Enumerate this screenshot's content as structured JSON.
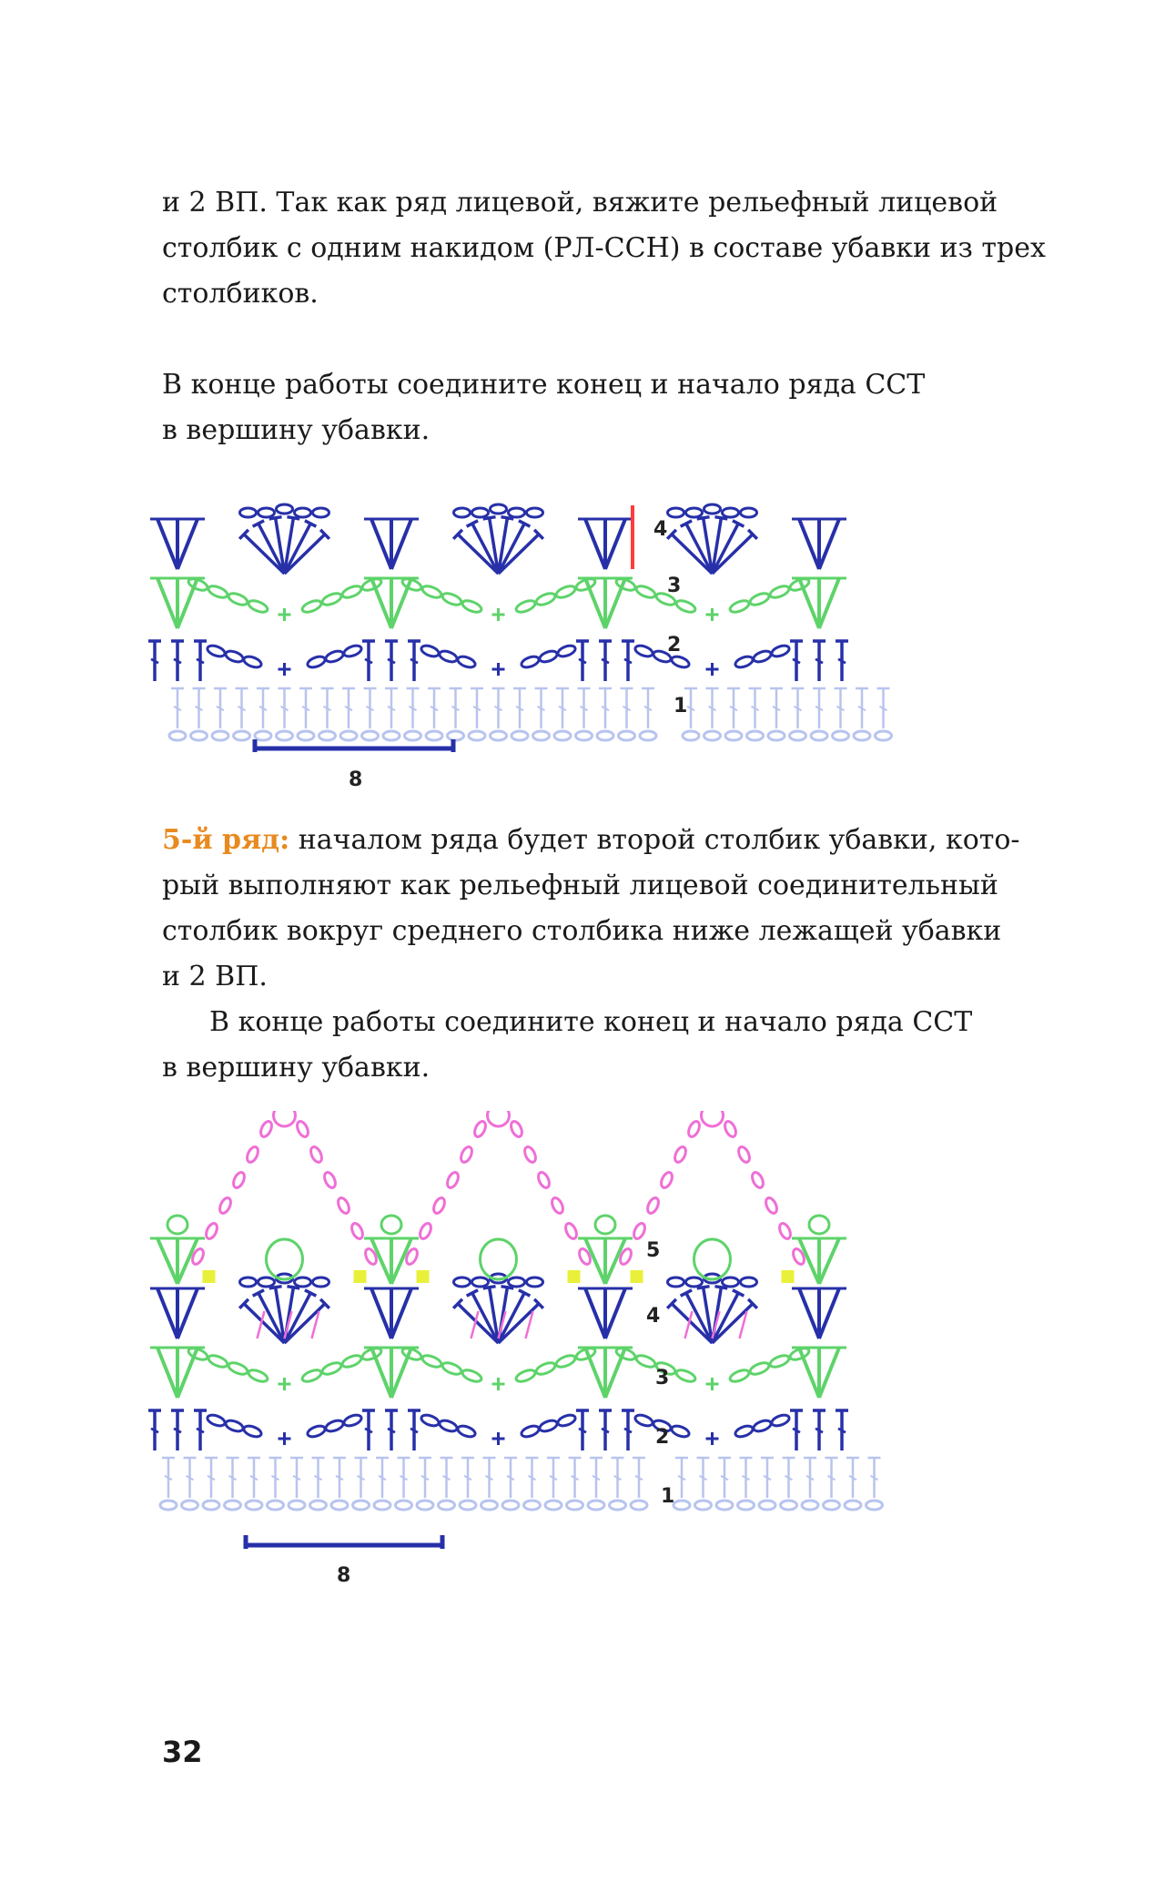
{
  "paragraphs": {
    "p1": {
      "lines": [
        "и 2 ВП. Так как ряд лицевой, вяжите рельефный лицевой",
        "столбик с одним накидом (РЛ-ССН) в составе убавки из трех",
        "столбиков."
      ]
    },
    "p2": {
      "lines": [
        "В конце работы соедините конец и начало ряда ССТ",
        "в вершину убавки."
      ]
    },
    "p3": {
      "label": "5-й ряд:",
      "lines": [
        " началом ряда будет второй столбик убавки, кото-",
        "рый выполняют как рельефный лицевой соединительный",
        "столбик вокруг среднего столбика ниже лежащей убавки",
        "и 2 ВП."
      ]
    },
    "p4": {
      "lines": [
        "В конце работы соедините конец и начало ряда ССТ",
        "в вершину убавки."
      ]
    }
  },
  "chart1": {
    "row_labels": [
      "4",
      "3",
      "2",
      "1"
    ],
    "repeat_label": "8"
  },
  "chart2": {
    "row_labels": [
      "5",
      "4",
      "3",
      "2",
      "1"
    ],
    "repeat_label": "8"
  },
  "colors": {
    "row1": "#b8c4ee",
    "row2": "#2730a8",
    "row3": "#5ed36a",
    "row4": "#2730a8",
    "row5": "#ef6fd6",
    "highlight": "#ff3b3b",
    "accent_yellow": "#e9f03a"
  },
  "page": {
    "number": "32"
  }
}
